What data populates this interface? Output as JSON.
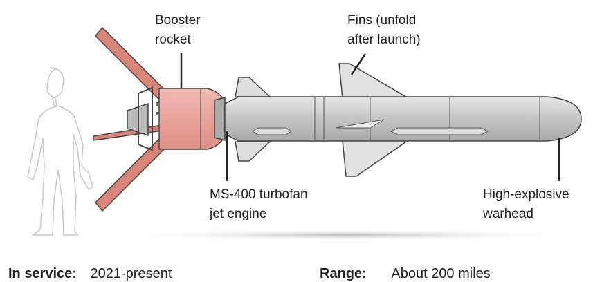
{
  "labels": {
    "booster": [
      "Booster",
      "rocket"
    ],
    "fins": [
      "Fins (unfold",
      "after launch)"
    ],
    "engine": [
      "MS-400 turbofan",
      "jet engine"
    ],
    "warhead": [
      "High-explosive",
      "warhead"
    ]
  },
  "specs": [
    {
      "key": "In service:",
      "value": "2021-present"
    },
    {
      "key": "Range:",
      "value": "About 200 miles"
    }
  ],
  "colors": {
    "booster": "#e8a39b",
    "booster_fin": "#d9857a",
    "body": "#c9c9c9",
    "outline": "#333333"
  }
}
